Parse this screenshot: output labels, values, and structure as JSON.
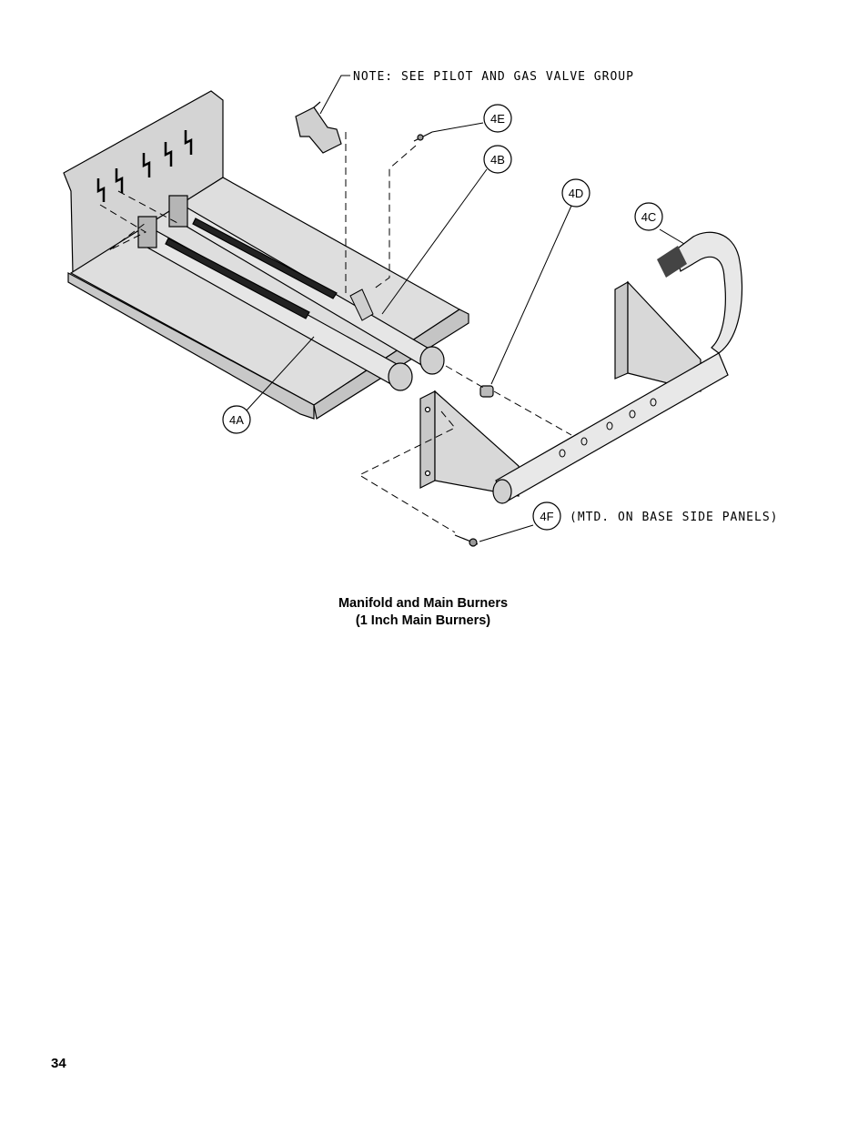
{
  "diagram": {
    "note": "NOTE: SEE PILOT AND GAS VALVE GROUP",
    "mount_note": "(MTD. ON BASE SIDE PANELS)",
    "callouts": {
      "a": "4A",
      "b": "4B",
      "c": "4C",
      "d": "4D",
      "e": "4E",
      "f": "4F"
    }
  },
  "caption": {
    "line1": "Manifold and Main Burners",
    "line2": "(1 Inch Main Burners)"
  },
  "page_number": "34",
  "colors": {
    "metal_fill": "#d9d9d9",
    "metal_dark": "#b0b0b0",
    "line": "#000000"
  }
}
